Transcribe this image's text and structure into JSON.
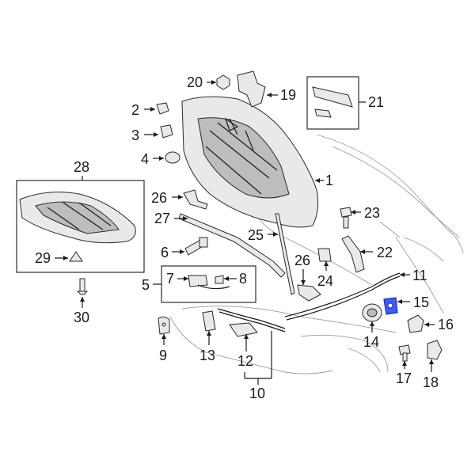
{
  "accent_color": "#3b5bff",
  "callouts": {
    "c1": "1",
    "c2": "2",
    "c3": "3",
    "c4": "4",
    "c5": "5",
    "c6": "6",
    "c7": "7",
    "c8": "8",
    "c9": "9",
    "c10": "10",
    "c11": "11",
    "c12": "12",
    "c13": "13",
    "c14": "14",
    "c15": "15",
    "c16": "16",
    "c17": "17",
    "c18": "18",
    "c19": "19",
    "c20": "20",
    "c21": "21",
    "c22": "22",
    "c23": "23",
    "c24": "24",
    "c25": "25",
    "c26a": "26",
    "c26b": "26",
    "c27": "27",
    "c28": "28",
    "c29": "29",
    "c30": "30"
  },
  "highlighted_part": "15"
}
